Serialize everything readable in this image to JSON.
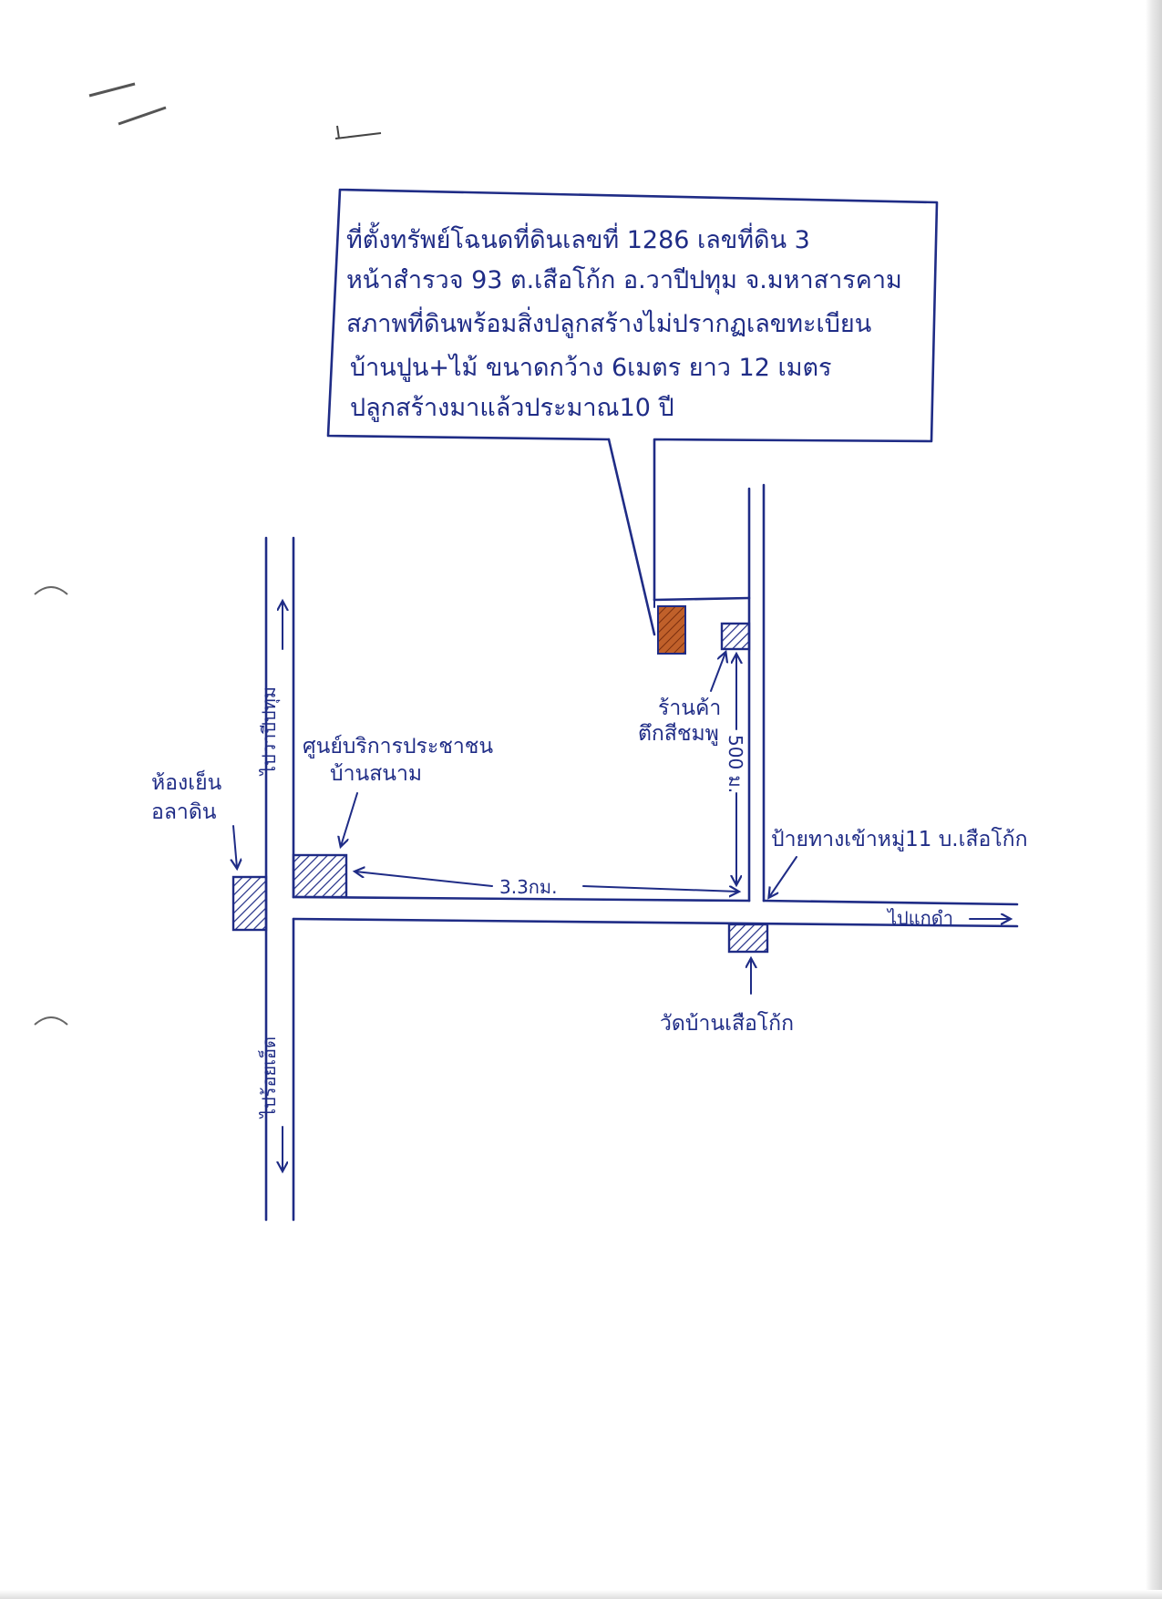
{
  "document": {
    "callout": {
      "lines": [
        "ที่ตั้งทรัพย์โฉนดที่ดินเลขที่ 1286   เลขที่ดิน 3",
        "หน้าสำรวจ 93 ต.เสือโก้ก อ.วาปีปทุม จ.มหาสารคาม",
        "สภาพที่ดินพร้อมสิ่งปลูกสร้างไม่ปรากฏเลขทะเบียน",
        "บ้านปูน+ไม้ ขนาดกว้าง 6เมตร ยาว 12 เมตร",
        "ปลูกสร้างมาแล้วประมาณ10 ปี"
      ]
    },
    "labels": {
      "shop_line1": "ร้านค้า",
      "shop_line2": "ตึกสีชมพู",
      "service_center_line1": "ศูนย์บริการประชาชน",
      "service_center_line2": "บ้านสนาม",
      "cold_room_line1": "ห้องเย็น",
      "cold_room_line2": "อลาดิน",
      "village_sign": "ป้ายทางเข้าหมู่11 บ.เสือโก้ก",
      "temple": "วัดบ้านเสือโก้ก",
      "to_wapi_pathum": "ไปวาปีปทุม",
      "to_roi_et": "ไปร้อยเอ็ด",
      "to_kae_dam": "ไปแกดำ",
      "distance_road": "3.3กม.",
      "distance_lane": "500 ม."
    },
    "colors": {
      "ink": "#1f2c86",
      "property": "#b5521c",
      "paper": "#ffffff"
    },
    "icons": {
      "property": "hatched-orange-rectangle",
      "buildings": "hatched-rectangle",
      "directions": "arrow"
    }
  }
}
